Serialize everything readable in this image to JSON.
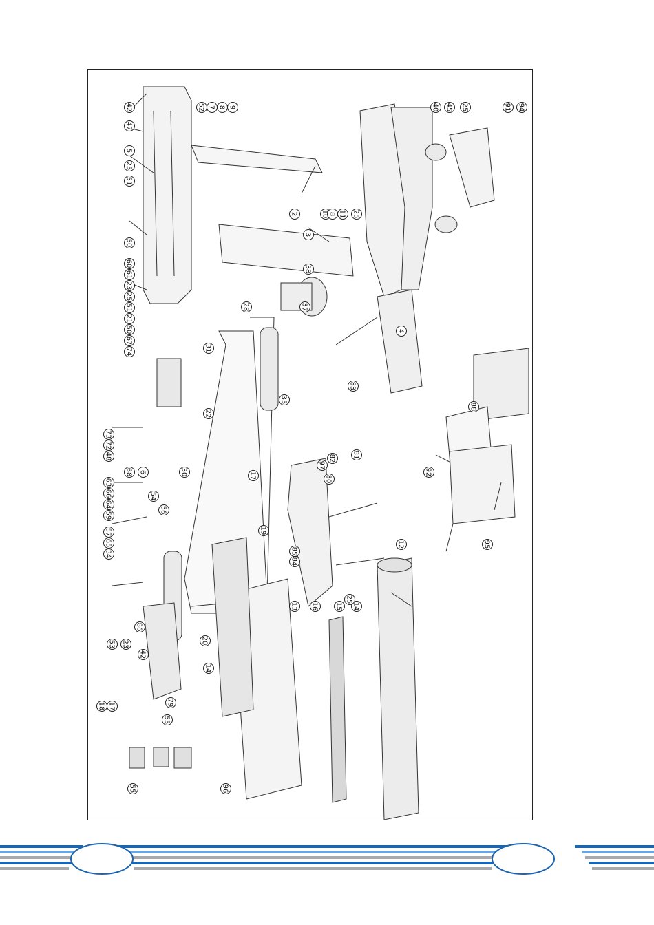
{
  "diagram": {
    "callouts": [
      {
        "id": "c-42a",
        "label": "42"
      },
      {
        "id": "c-47",
        "label": "47"
      },
      {
        "id": "c-5",
        "label": "5"
      },
      {
        "id": "c-25a",
        "label": "25"
      },
      {
        "id": "c-51a",
        "label": "51"
      },
      {
        "id": "c-50",
        "label": "50"
      },
      {
        "id": "c-60",
        "label": "60"
      },
      {
        "id": "c-61",
        "label": "61"
      },
      {
        "id": "c-23a",
        "label": "23"
      },
      {
        "id": "c-25b",
        "label": "25"
      },
      {
        "id": "c-51b",
        "label": "51"
      },
      {
        "id": "c-21",
        "label": "21"
      },
      {
        "id": "c-50b",
        "label": "50"
      },
      {
        "id": "c-67",
        "label": "67"
      },
      {
        "id": "c-74",
        "label": "74"
      },
      {
        "id": "c-73",
        "label": "73"
      },
      {
        "id": "c-72",
        "label": "72"
      },
      {
        "id": "c-48",
        "label": "48"
      },
      {
        "id": "c-68",
        "label": "68"
      },
      {
        "id": "c-6",
        "label": "6"
      },
      {
        "id": "c-63",
        "label": "63"
      },
      {
        "id": "c-66",
        "label": "66"
      },
      {
        "id": "c-64",
        "label": "64"
      },
      {
        "id": "c-59",
        "label": "59"
      },
      {
        "id": "c-57",
        "label": "57"
      },
      {
        "id": "c-65",
        "label": "65"
      },
      {
        "id": "c-34",
        "label": "34"
      },
      {
        "id": "c-53",
        "label": "53"
      },
      {
        "id": "c-23b",
        "label": "23"
      },
      {
        "id": "c-86",
        "label": "86"
      },
      {
        "id": "c-42b",
        "label": "42"
      },
      {
        "id": "c-7",
        "label": "7"
      },
      {
        "id": "c-52",
        "label": "52"
      },
      {
        "id": "c-8",
        "label": "8"
      },
      {
        "id": "c-9",
        "label": "9"
      },
      {
        "id": "c-2",
        "label": "2"
      },
      {
        "id": "c-3",
        "label": "3"
      },
      {
        "id": "c-10",
        "label": "10"
      },
      {
        "id": "c-8b",
        "label": "8"
      },
      {
        "id": "c-11",
        "label": "11"
      },
      {
        "id": "c-25c",
        "label": "25"
      },
      {
        "id": "c-4",
        "label": "4"
      },
      {
        "id": "c-38",
        "label": "38"
      },
      {
        "id": "c-37",
        "label": "37"
      },
      {
        "id": "c-28",
        "label": "28"
      },
      {
        "id": "c-22",
        "label": "22"
      },
      {
        "id": "c-31",
        "label": "31"
      },
      {
        "id": "c-35",
        "label": "35"
      },
      {
        "id": "c-19",
        "label": "19"
      },
      {
        "id": "c-17",
        "label": "17"
      },
      {
        "id": "c-20",
        "label": "20"
      },
      {
        "id": "c-14",
        "label": "14"
      },
      {
        "id": "c-13",
        "label": "13"
      },
      {
        "id": "c-16",
        "label": "16"
      },
      {
        "id": "c-15",
        "label": "15"
      },
      {
        "id": "c-14b",
        "label": "14"
      },
      {
        "id": "c-25d",
        "label": "25"
      },
      {
        "id": "c-12",
        "label": "12"
      },
      {
        "id": "c-85",
        "label": "85"
      },
      {
        "id": "c-84",
        "label": "84"
      },
      {
        "id": "c-97",
        "label": "97"
      },
      {
        "id": "c-80",
        "label": "80"
      },
      {
        "id": "c-81",
        "label": "81"
      },
      {
        "id": "c-82",
        "label": "82"
      },
      {
        "id": "c-83",
        "label": "83"
      },
      {
        "id": "c-40",
        "label": "40"
      },
      {
        "id": "c-45",
        "label": "45"
      },
      {
        "id": "c-25e",
        "label": "25"
      },
      {
        "id": "c-91",
        "label": "91"
      },
      {
        "id": "c-94",
        "label": "94"
      },
      {
        "id": "c-88",
        "label": "88"
      },
      {
        "id": "c-92",
        "label": "92"
      },
      {
        "id": "c-95",
        "label": "95"
      },
      {
        "id": "c-79",
        "label": "79"
      },
      {
        "id": "c-55",
        "label": "55"
      },
      {
        "id": "c-18",
        "label": "18"
      },
      {
        "id": "c-17b",
        "label": "17"
      },
      {
        "id": "c-55b",
        "label": "55"
      },
      {
        "id": "c-96",
        "label": "96"
      },
      {
        "id": "c-54",
        "label": "54"
      },
      {
        "id": "c-56",
        "label": "56"
      },
      {
        "id": "c-30",
        "label": "30"
      }
    ]
  },
  "footer": {
    "colors": {
      "blue": "#1c64b0",
      "light_blue": "#6fa6d9",
      "grey": "#a7a9ac"
    }
  }
}
